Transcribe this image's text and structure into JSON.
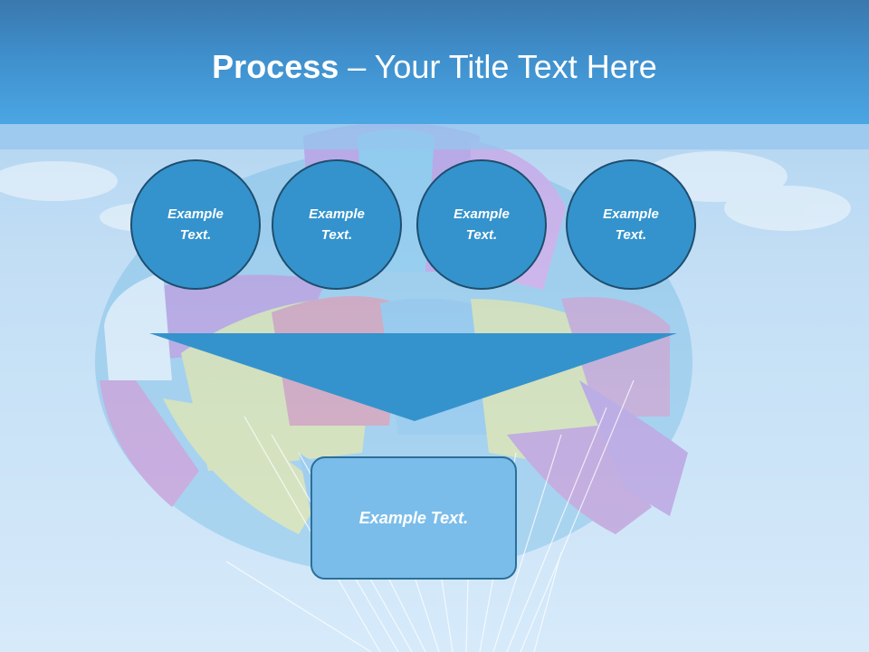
{
  "title": {
    "bold": "Process",
    "rest": " – Your Title Text Here"
  },
  "process_steps": [
    {
      "label": "Example Text."
    },
    {
      "label": "Example Text."
    },
    {
      "label": "Example Text."
    },
    {
      "label": "Example Text."
    }
  ],
  "result": {
    "label": "Example Text."
  },
  "colors": {
    "header": "#4aa6e3",
    "circle_fill": "#3493cd",
    "circle_border": "#1f4e6e",
    "arrow_fill": "#3493cd",
    "result_fill": "#7abdea",
    "result_border": "#2c6f99"
  }
}
